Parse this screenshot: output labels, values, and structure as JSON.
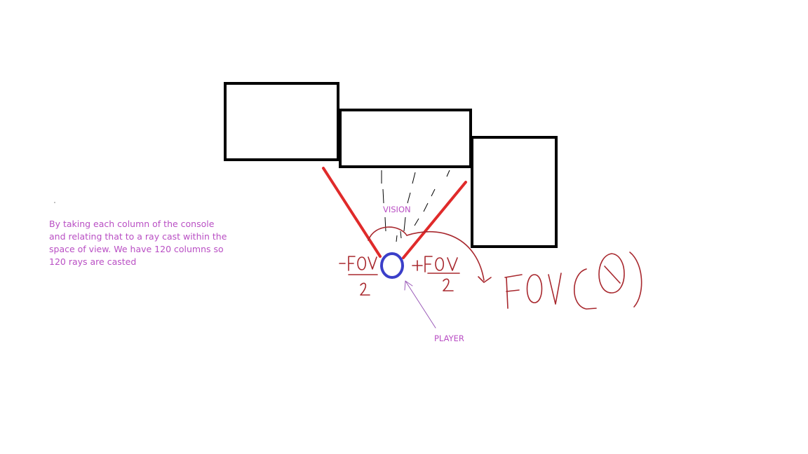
{
  "colors": {
    "wall": "#000000",
    "fov_edge": "#e02a2a",
    "player": "#3b3fc9",
    "annotation": "#b94fc4",
    "handwriting": "#a8282e"
  },
  "annotation_text": "By taking each column of the console and relating that to a ray cast within the space of view. We have 120 columns so 120 rays are casted",
  "vision_label": "VISION",
  "player_label": "PLAYER"
}
